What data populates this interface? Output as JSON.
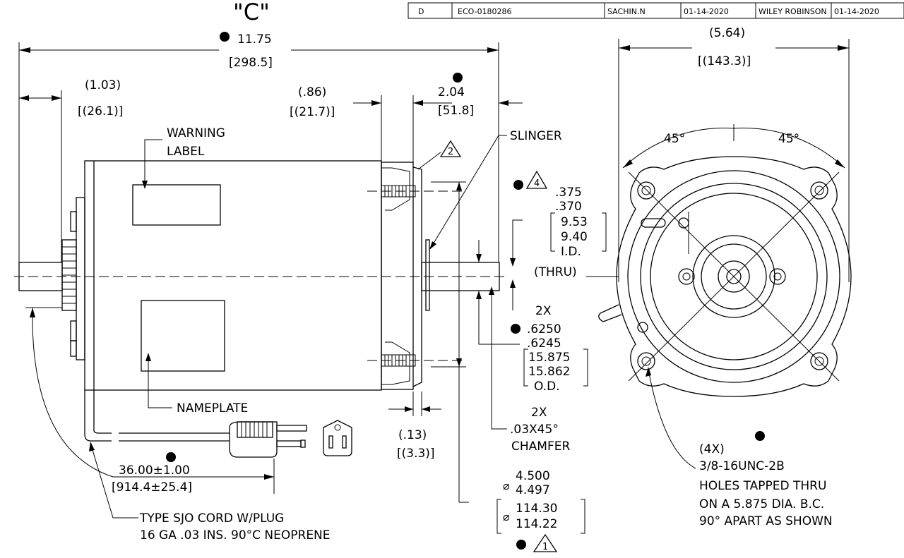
{
  "revision": {
    "rev": "D",
    "eco": "ECO-0180286",
    "drawn_by": "SACHIN.N",
    "drawn_date": "01-14-2020",
    "approved_by": "WILEY ROBINSON",
    "approved_date": "01-14-2020"
  },
  "view_label": "\"C\"",
  "dims": {
    "overall_len": "11.75",
    "overall_len_mm": "[298.5]",
    "shaft_rear": "(1.03)",
    "shaft_rear_mm": "[(26.1)]",
    "face_depth": "(.86)",
    "face_depth_mm": "[(21.7)]",
    "shaft_ext": "2.04",
    "shaft_ext_mm": "[51.8]",
    "front_width": "(5.64)",
    "front_width_mm": "[(143.3)]",
    "angle_left": "45°",
    "angle_right": "45°",
    "bore_1": ".375",
    "bore_2": ".370",
    "bore_mm_1": "9.53",
    "bore_mm_2": "9.40",
    "bore_id": "I.D.",
    "thru": "(THRU)",
    "od_qty": "2X",
    "od_1": ".6250",
    "od_2": ".6245",
    "od_mm_1": "15.875",
    "od_mm_2": "15.862",
    "od_label": "O.D.",
    "slinger_gap": "(.13)",
    "slinger_gap_mm": "[(3.3)]",
    "chamfer_qty": "2X",
    "chamfer": ".03X45°",
    "chamfer_label": "CHAMFER",
    "pilot_1": "4.500",
    "pilot_2": "4.497",
    "pilot_mm_1": "114.30",
    "pilot_mm_2": "114.22",
    "cord_len": "36.00±1.00",
    "cord_len_mm": "[914.4±25.4]"
  },
  "callouts": {
    "warning_1": "WARNING",
    "warning_2": "LABEL",
    "slinger": "SLINGER",
    "nameplate": "NAMEPLATE",
    "cord_1": "TYPE SJO CORD W/PLUG",
    "cord_2": "16 GA .03 INS. 90°C NEOPRENE",
    "holes_qty": "(4X)",
    "holes_1": "3/8-16UNC-2B",
    "holes_2": "HOLES TAPPED THRU",
    "holes_3": "ON A 5.875 DIA. B.C.",
    "holes_4": "90° APART AS SHOWN"
  },
  "notes": {
    "note_2": "2",
    "note_4": "4",
    "note_1": "1"
  }
}
